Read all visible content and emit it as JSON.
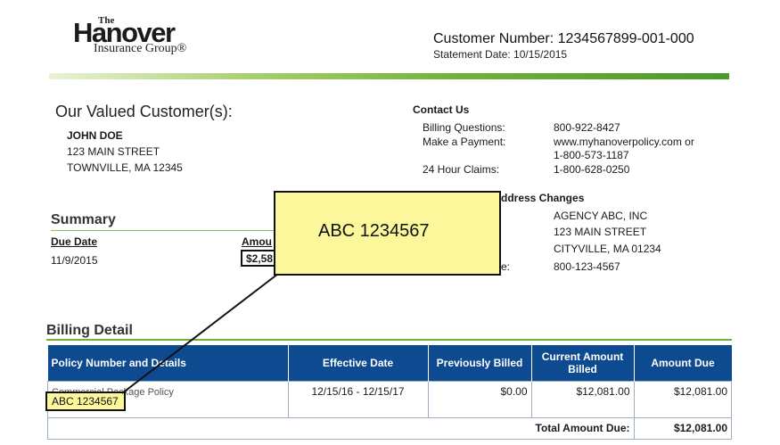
{
  "logo": {
    "the": "The",
    "name": "Hanover",
    "sub": "Insurance Group®"
  },
  "header": {
    "customer_number": "Customer Number: 1234567899-001-000",
    "statement_date": "Statement Date: 10/15/2015"
  },
  "greeting": "Our Valued Customer(s):",
  "customer": {
    "name": "JOHN DOE",
    "street": "123 MAIN STREET",
    "city": "TOWNVILLE, MA 12345"
  },
  "contact": {
    "title": "Contact Us",
    "items": [
      {
        "label": "Billing Questions:",
        "value": "800-922-8427"
      },
      {
        "label": "Make a Payment:",
        "value": "www.myhanoverpolicy.com or"
      },
      {
        "label": "",
        "value": "1-800-573-1187"
      },
      {
        "label": "24 Hour Claims:",
        "value": "1-800-628-0250"
      }
    ]
  },
  "agency": {
    "title_fragment": "ddress Changes",
    "lines": [
      "AGENCY ABC, INC",
      "123 MAIN STREET",
      "CITYVILLE, MA 01234"
    ],
    "phone_label_fragment": "e:",
    "phone": "800-123-4567"
  },
  "summary": {
    "title": "Summary",
    "due_date_label": "Due Date",
    "due_date": "11/9/2015",
    "amount_label_fragment": "Amou",
    "amount_fragment": "$2,58"
  },
  "callout": {
    "text": "ABC 1234567"
  },
  "billing": {
    "title": "Billing Detail",
    "columns": [
      "Policy Number and Details",
      "Effective Date",
      "Previously Billed",
      "Current Amount Billed",
      "Amount Due"
    ],
    "rows": [
      {
        "policy": "Commercial Package Policy",
        "policy_number": "ABC 1234567",
        "effective": "12/15/16 - 12/15/17",
        "previously_billed": "$0.00",
        "current_billed": "$12,081.00",
        "amount_due": "$12,081.00"
      }
    ],
    "total_label": "Total Amount Due:",
    "total_value": "$12,081.00"
  }
}
